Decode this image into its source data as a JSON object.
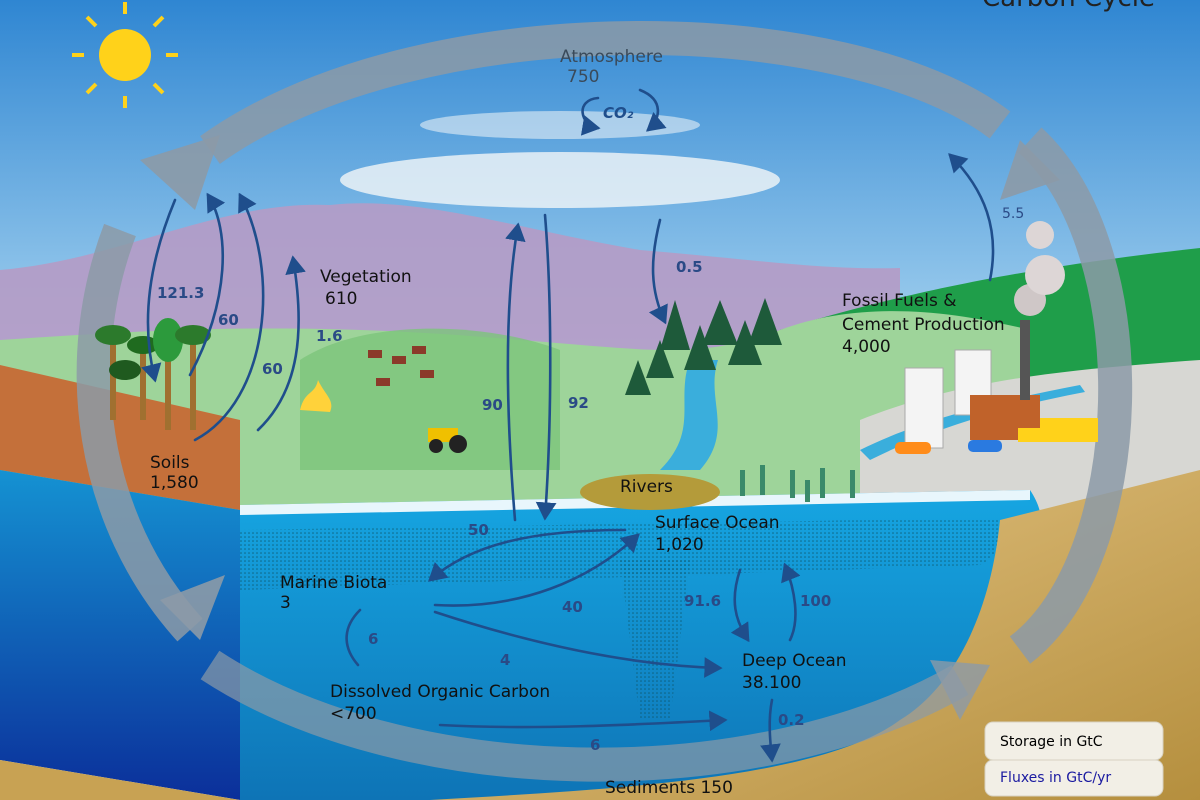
{
  "title": "Carbon Cycle",
  "reservoirs": {
    "atmosphere": {
      "name": "Atmosphere",
      "value": "750",
      "co2": "CO₂"
    },
    "vegetation": {
      "name": "Vegetation",
      "value": "610"
    },
    "soils": {
      "name": "Soils",
      "value": "1,580"
    },
    "fossil": {
      "name_line1": "Fossil Fuels &",
      "name_line2": "Cement Production",
      "value": "4,000"
    },
    "rivers": {
      "name": "Rivers"
    },
    "surface_ocean": {
      "name": "Surface Ocean",
      "value": "1,020"
    },
    "marine_biota": {
      "name": "Marine Biota",
      "value": "3"
    },
    "doc": {
      "name": "Dissolved Organic Carbon",
      "value": "<700"
    },
    "deep_ocean": {
      "name": "Deep Ocean",
      "value": "38.100"
    },
    "sediments": {
      "name": "Sediments 150"
    }
  },
  "fluxes": {
    "soil_resp": "121.3",
    "photo_a": "60",
    "resp_b": "60",
    "land_use": "1.6",
    "ocean_uptake": "92",
    "ocean_release": "90",
    "river_export": "0.5",
    "fossil": "5.5",
    "to_biota": "50",
    "from_biota": "40",
    "doc_loop": "6",
    "biota_to_deep": "4",
    "doc_to_deep": "6",
    "surface_to_deep": "91.6",
    "deep_to_surface": "100",
    "burial": "0.2"
  },
  "legend": {
    "storage": "Storage in GtC",
    "fluxes": "Fluxes in GtC/yr",
    "storage_color": "#000000",
    "fluxes_color": "#1a1aa0"
  },
  "colors": {
    "arrow": "#1f4e8c",
    "big_cycle": "#8c9aa7",
    "sky_top": "#3b8fd6",
    "ocean": "#1aa6e0"
  }
}
